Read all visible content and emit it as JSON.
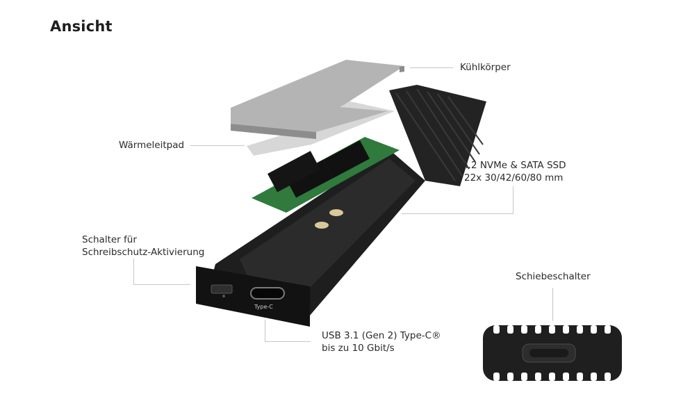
{
  "title": "Ansicht",
  "labels": {
    "heatsink": "Kühlkörper",
    "thermal_pad": "Wärmeleitpad",
    "ssd_line1": "M.2 NVMe & SATA SSD",
    "ssd_line2": "22x  30/42/60/80 mm",
    "switch_line1": "Schalter für",
    "switch_line2": "Schreibschutz-Aktivierung",
    "slider": "Schiebeschalter",
    "usb_line1": "USB 3.1 (Gen 2) Type-C®",
    "usb_line2": "bis zu 10 Gbit/s"
  },
  "port_label": "Type-C",
  "colors": {
    "heatsink_plate": "#b4b4b4",
    "enclosure": "#1b1b1b",
    "pcb": "#2f7a3c",
    "leader": "#c6c6c6"
  }
}
